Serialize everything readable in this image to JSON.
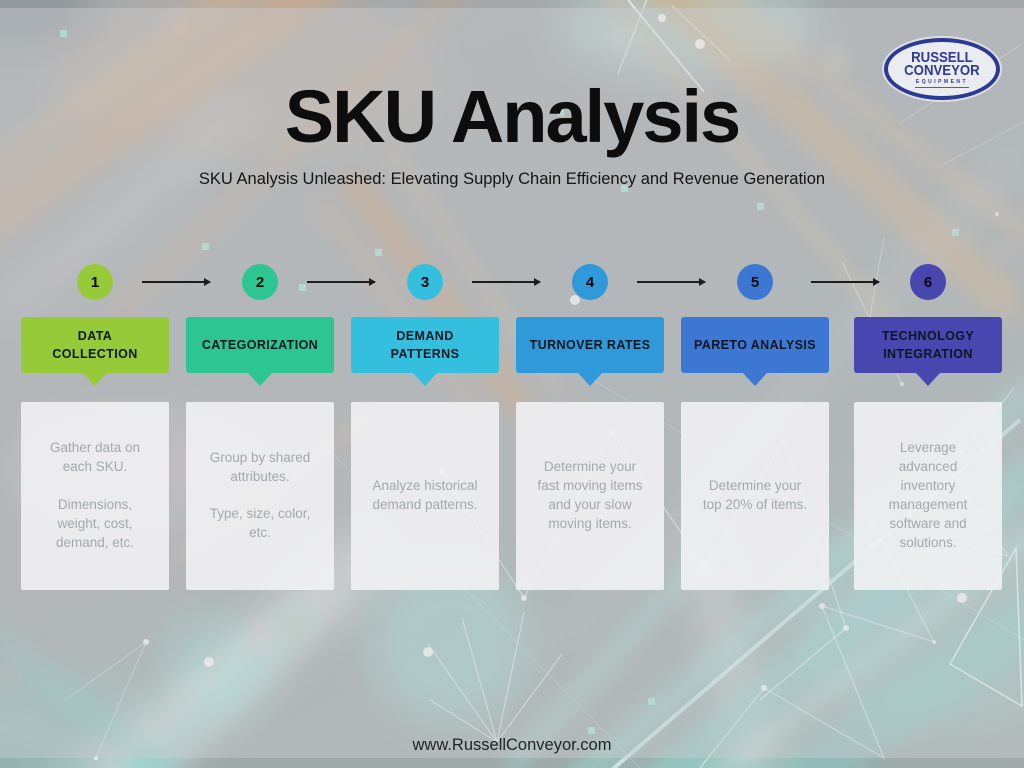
{
  "page": {
    "title": "SKU Analysis",
    "subtitle": "SKU Analysis Unleashed: Elevating Supply Chain Efficiency and Revenue Generation",
    "footer_url": "www.RussellConveyor.com"
  },
  "logo": {
    "line1": "RUSSELL",
    "line2": "CONVEYOR",
    "line3": "EQUIPMENT",
    "border_color": "#2b3a94",
    "text_color": "#2b3a94"
  },
  "steps": [
    {
      "number": "1",
      "label": "DATA\nCOLLECTION",
      "color": "#97ca39",
      "description": "Gather data on\neach SKU.\n\nDimensions,\nweight, cost,\ndemand, etc."
    },
    {
      "number": "2",
      "label": "CATEGORIZATION",
      "color": "#2dc591",
      "description": "Group by shared\nattributes.\n\nType, size, color,\netc."
    },
    {
      "number": "3",
      "label": "DEMAND\nPATTERNS",
      "color": "#34bfdf",
      "description": "Analyze historical\ndemand patterns."
    },
    {
      "number": "4",
      "label": "TURNOVER RATES",
      "color": "#2f99da",
      "description": "Determine your\nfast moving items\nand your slow\nmoving items."
    },
    {
      "number": "5",
      "label": "PARETO ANALYSIS",
      "color": "#3c78d3",
      "description": "Determine your\ntop 20% of items."
    },
    {
      "number": "6",
      "label": "TECHNOLOGY\nINTEGRATION",
      "color": "#4747af",
      "description": "Leverage\nadvanced\ninventory\nmanagement\nsoftware and\nsolutions."
    }
  ]
}
